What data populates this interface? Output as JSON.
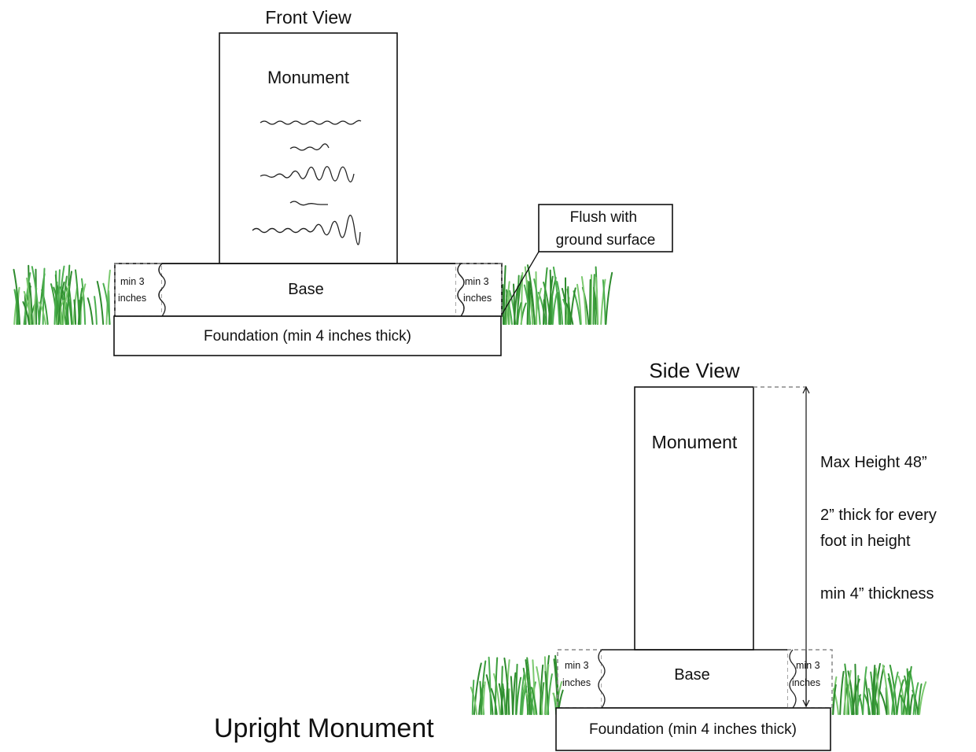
{
  "caption": "Upright Monument",
  "front_view": {
    "title": "Front View",
    "monument_label": "Monument",
    "base_label": "Base",
    "left_gap_label": [
      "min 3",
      "inches"
    ],
    "right_gap_label": [
      "min 3",
      "inches"
    ],
    "foundation_label": "Foundation (min 4 inches thick)",
    "callout_label": [
      "Flush with",
      "ground surface"
    ]
  },
  "side_view": {
    "title": "Side View",
    "monument_label": "Monument",
    "base_label": "Base",
    "left_gap_label": [
      "min 3",
      "inches"
    ],
    "right_gap_label": [
      "min 3",
      "inches"
    ],
    "foundation_label": "Foundation (min 4 inches thick)",
    "notes": {
      "max_height": "Max Height 48”",
      "thickness_rule": [
        "2” thick for every",
        "foot in height"
      ],
      "min_thickness": "min 4” thickness"
    }
  },
  "colors": {
    "outline": "#111111",
    "dashed": "#888888",
    "grass": [
      "#2e8b2e",
      "#4caf50",
      "#7bc96f",
      "#3a9d3a"
    ]
  },
  "icons": [
    "grass-tuft-icon",
    "squiggle-text-icon",
    "dimension-arrow-icon"
  ]
}
